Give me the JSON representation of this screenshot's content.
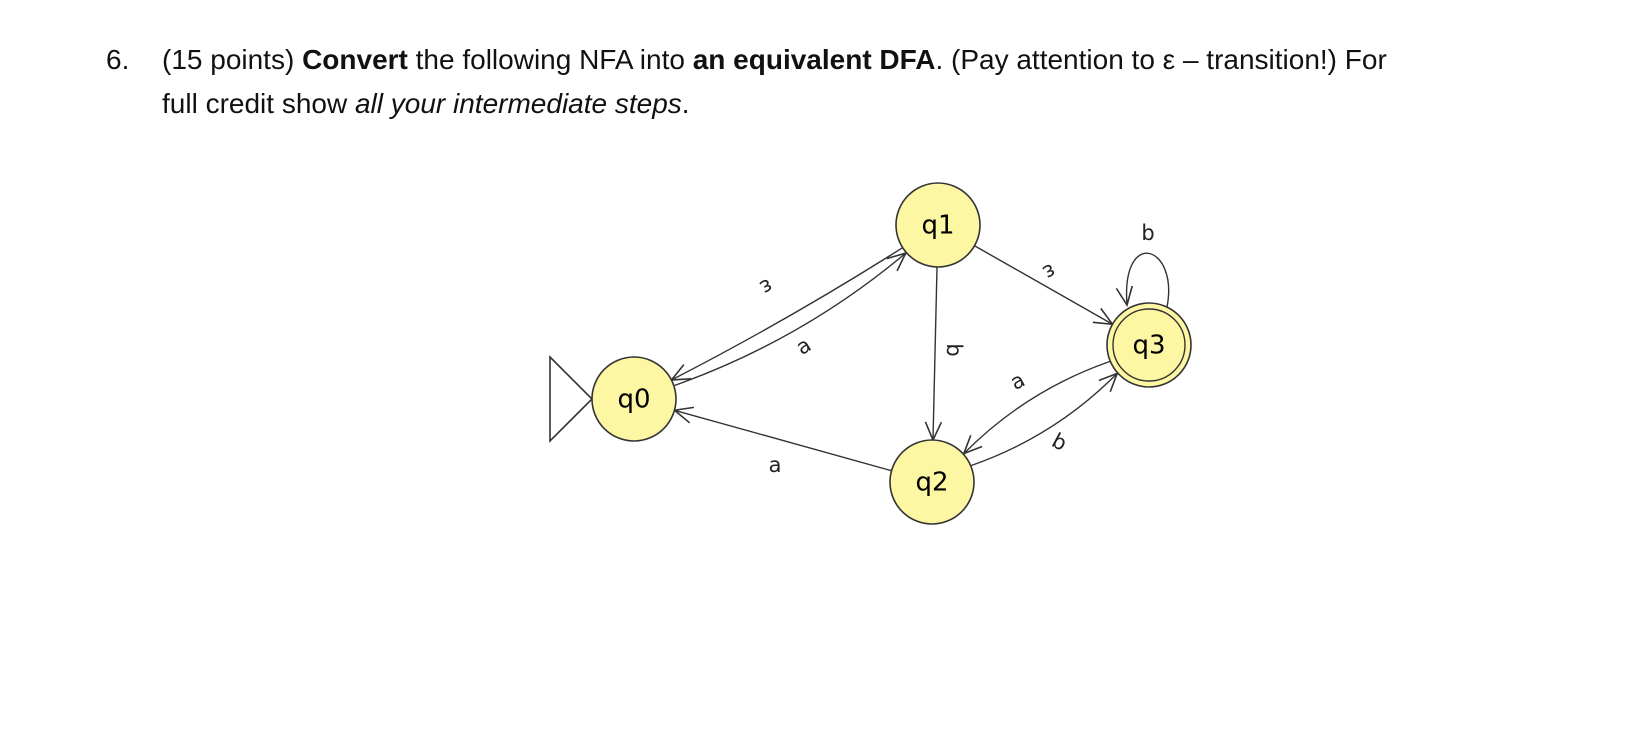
{
  "question": {
    "number": "6.",
    "points": "(15 points)",
    "verb": "Convert",
    "text_1": "the following NFA into",
    "target": "an equivalent DFA",
    "text_2": ". (Pay attention to ε – transition!) For",
    "text_3": "full credit show",
    "emphasis": "all your intermediate steps",
    "text_4": "."
  },
  "nfa": {
    "state_fill": "#fdf6a3",
    "start_state": "q0",
    "accept_states": [
      "q3"
    ],
    "states": [
      {
        "id": "q0",
        "label": "q0"
      },
      {
        "id": "q1",
        "label": "q1"
      },
      {
        "id": "q2",
        "label": "q2"
      },
      {
        "id": "q3",
        "label": "q3"
      }
    ],
    "transitions": [
      {
        "from": "q0",
        "to": "q1",
        "label": "ε"
      },
      {
        "from": "q1",
        "to": "q0",
        "label": "a"
      },
      {
        "from": "q1",
        "to": "q3",
        "label": "ε"
      },
      {
        "from": "q1",
        "to": "q2",
        "label": "b"
      },
      {
        "from": "q2",
        "to": "q0",
        "label": "a"
      },
      {
        "from": "q2",
        "to": "q3",
        "label": "a"
      },
      {
        "from": "q3",
        "to": "q2",
        "label": "b"
      },
      {
        "from": "q3",
        "to": "q3",
        "label": "b"
      }
    ]
  }
}
